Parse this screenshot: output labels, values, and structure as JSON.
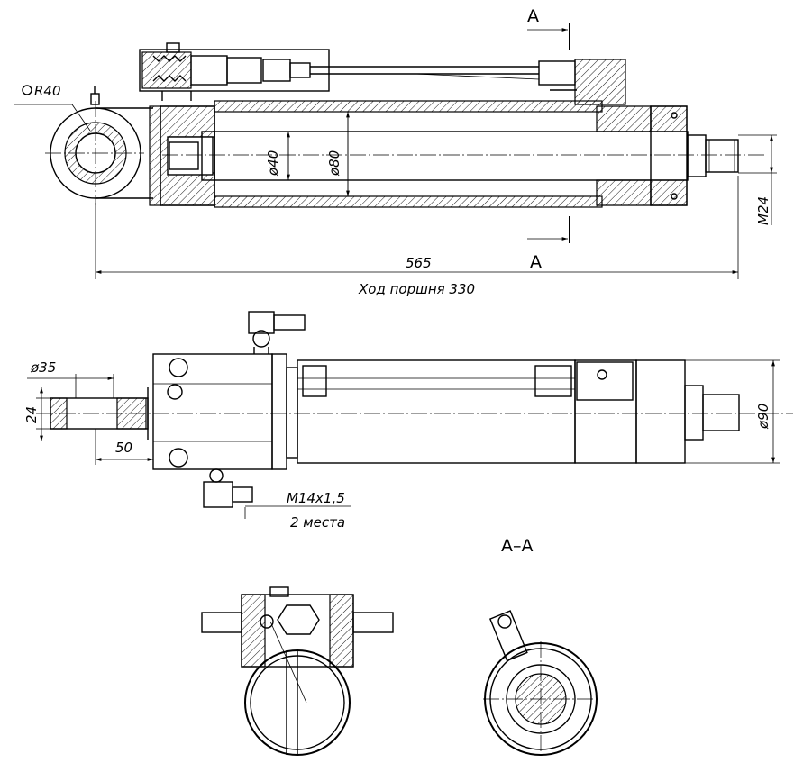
{
  "labels": {
    "section_top": "A",
    "section_bottom": "A",
    "section_title": "A–A",
    "radius": "R40",
    "bore_rod": "ø40",
    "bore_cyl": "ø80",
    "thread_rod": "M24",
    "length_total": "565",
    "stroke": "Ход поршня 330",
    "eye_dia": "ø35",
    "eye_width": "24",
    "eye_len": "50",
    "body_dia": "ø90",
    "port_thread": "M14x1,5",
    "port_count": "2 места"
  }
}
